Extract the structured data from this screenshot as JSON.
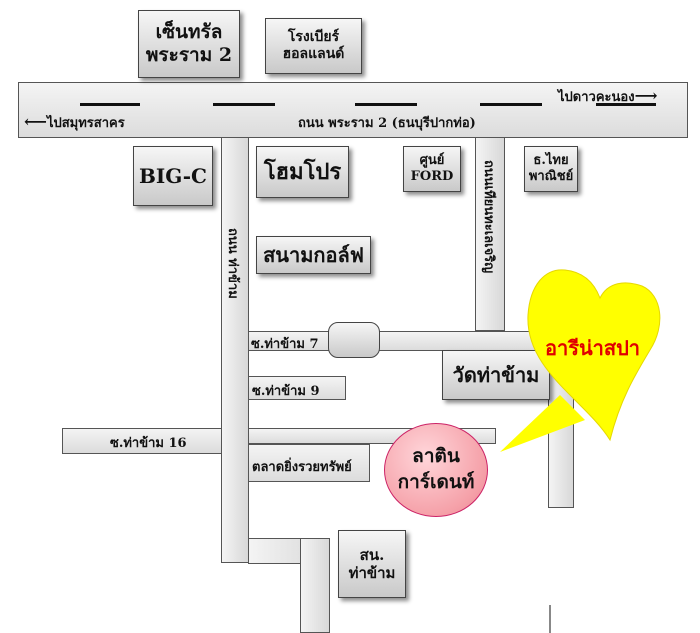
{
  "roads": {
    "rama2": "ถนน พระราม 2 (ธนบุรีปากท่อ)",
    "to_samut_sakhon": "ไปสมุทรสาคร",
    "to_dao_khanong": "ไปดาวคะนอง",
    "tha_kham": "ถนน ท่าข้าม",
    "soi_7": "ซ.ท่าข้าม 7",
    "soi_9": "ซ.ท่าข้าม 9",
    "soi_16": "ซ.ท่าข้าม 16",
    "side_road": "ถนนเทียนทะเลเจริญ"
  },
  "places": {
    "central_line1": "เซ็นทรัล",
    "central_line2": "พระราม 2",
    "brewery_line1": "โรงเบียร์",
    "brewery_line2": "ฮอลแลนด์",
    "bigc": "BIG-C",
    "homepro": "โฮมโปร",
    "ford_line1": "ศูนย์",
    "ford_line2": "FORD",
    "thai_bank_line1": "ธ.ไทย",
    "thai_bank_line2": "พาณิชย์",
    "golf": "สนามกอล์ฟ",
    "temple": "วัดท่าข้าม",
    "market": "ตลาดยิ่งรวยทรัพย์",
    "police_line1": "สน.",
    "police_line2": "ท่าข้าม",
    "latin_line1": "ลาติน",
    "latin_line2": "การ์เดนท์",
    "spa": "อารีน่าสปา"
  },
  "colors": {
    "spa_heart": "#ffff00",
    "spa_text": "#e00000",
    "latin_circle": "#f5a0a8"
  }
}
